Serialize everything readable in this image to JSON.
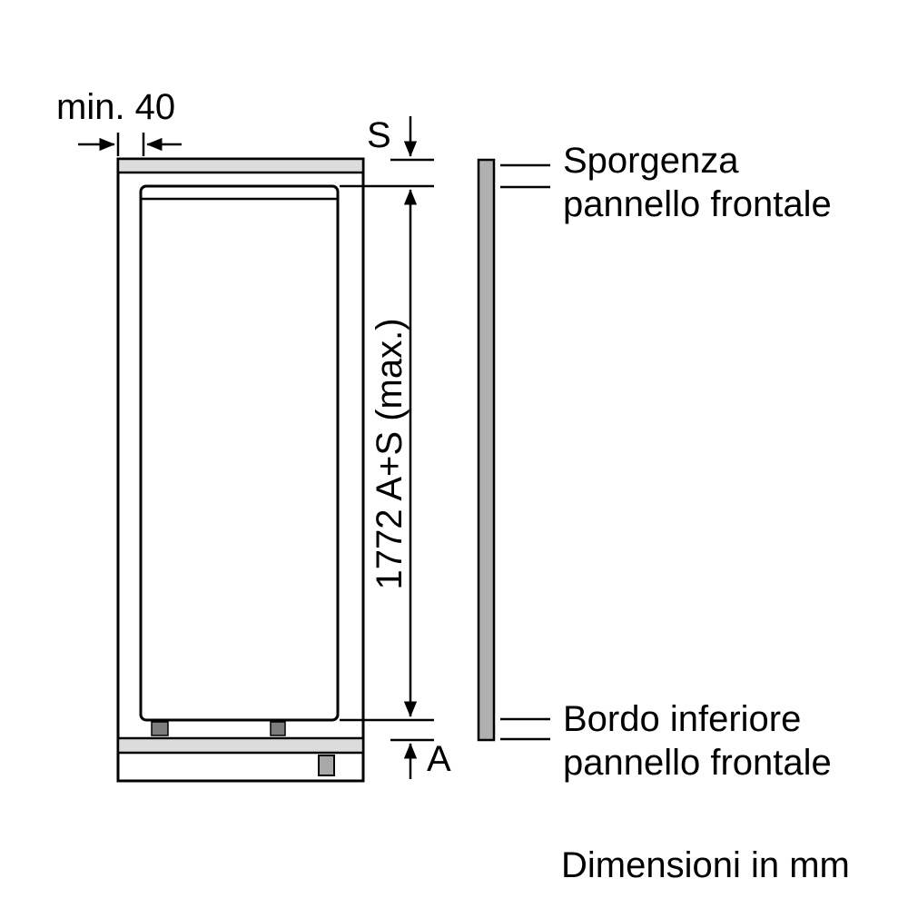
{
  "diagram": {
    "footer": {
      "units_note": "Dimensioni in mm"
    },
    "dimensions": {
      "min_wall_gap": "min. 40",
      "front_panel_overhang": "S",
      "total_height": "1772 A+S (max.)",
      "bottom_gap": "A"
    },
    "callouts": {
      "sporgenza_line1": "Sporgenza",
      "sporgenza_line2": "pannello frontale",
      "bordo_line1": "Bordo inferiore",
      "bordo_line2": "pannello frontale"
    },
    "colors": {
      "line": "#000000",
      "background": "#ffffff",
      "panel_fill": "#b0b0b1",
      "band_fill": "#dcdcdc",
      "foot_fill": "#7d7d7d",
      "leveler_fill": "#a8a8a8"
    }
  }
}
